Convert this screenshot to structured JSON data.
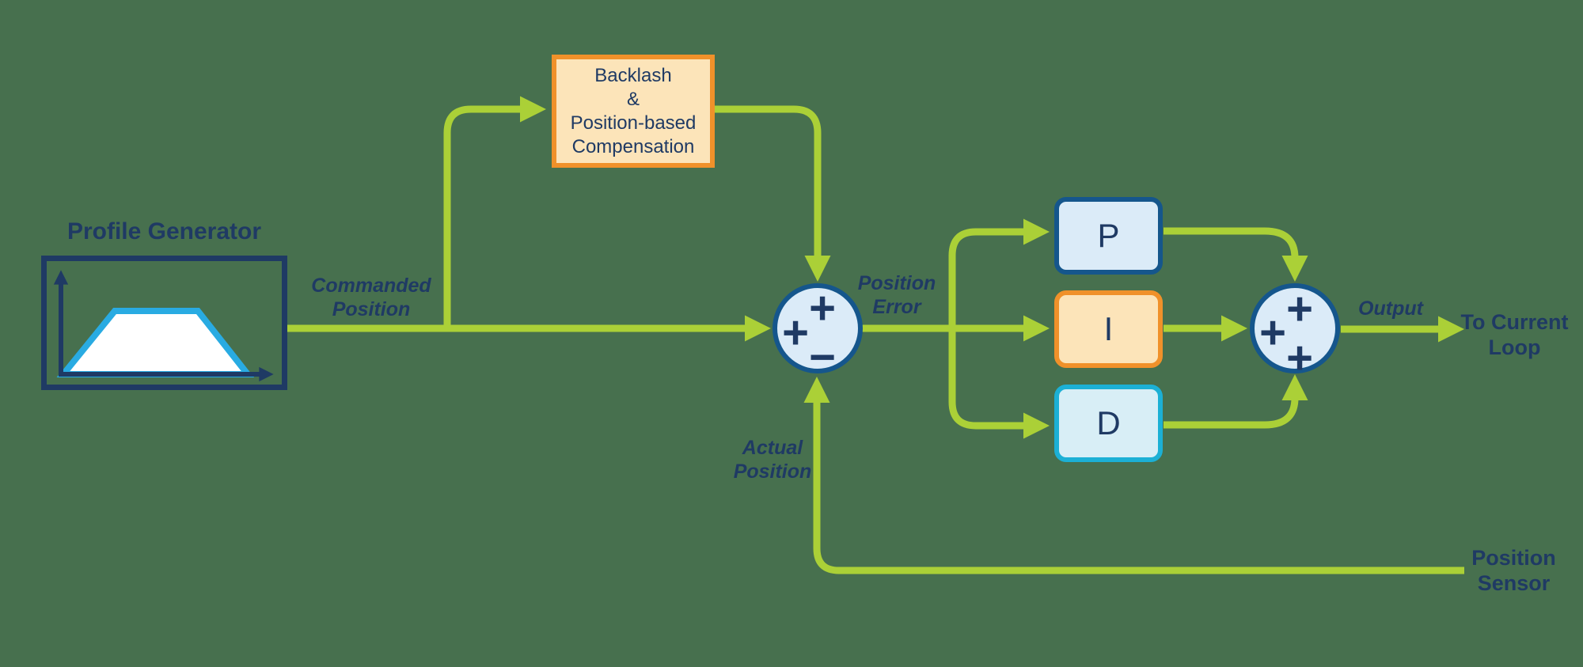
{
  "profile_generator": {
    "title": "Profile Generator"
  },
  "backlash_box": {
    "line1": "Backlash",
    "line2": "&",
    "line3": "Position-based",
    "line4": "Compensation"
  },
  "controllers": {
    "p": "P",
    "i": "I",
    "d": "D"
  },
  "summing_junction_1": {
    "top_sign": "+",
    "left_sign": "+",
    "bottom_sign": "−"
  },
  "summing_junction_2": {
    "top_sign": "+",
    "left_sign": "+",
    "bottom_sign": "+"
  },
  "labels": {
    "commanded_position_line1": "Commanded",
    "commanded_position_line2": "Position",
    "position_error_line1": "Position",
    "position_error_line2": "Error",
    "actual_position_line1": "Actual",
    "actual_position_line2": "Position",
    "output": "Output",
    "to_current_loop_line1": "To Current",
    "to_current_loop_line2": "Loop",
    "position_sensor_line1": "Position",
    "position_sensor_line2": "Sensor"
  },
  "colors": {
    "background": "#47704E",
    "signal_green": "#ABD037",
    "navy": "#1F3A64",
    "blue_border": "#15568C",
    "blue_fill": "#DBEBF8",
    "orange_border": "#F0912A",
    "orange_fill": "#FCE4B9",
    "cyan_border": "#1CB0D5",
    "cyan_fill": "#D8EEF6",
    "trapezoid_cyan": "#29ABE2",
    "white": "#FFFFFF"
  }
}
